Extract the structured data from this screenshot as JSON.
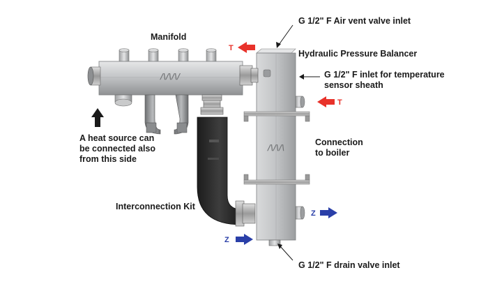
{
  "labels": {
    "manifold": "Manifold",
    "air_vent": "G 1/2\" F Air vent valve inlet",
    "balancer": "Hydraulic Pressure Balancer",
    "sensor_line1": "G 1/2\" F inlet for temperature",
    "sensor_line2": "sensor sheath",
    "heat_line1": "A heat source can",
    "heat_line2": "be connected also",
    "heat_line3": "from this side",
    "connection_line1": "Connection",
    "connection_line2": "to boiler",
    "interconnection": "Interconnection Kit",
    "drain": "G 1/2\" F drain valve inlet"
  },
  "markers": {
    "t_top": "T",
    "t_right": "T",
    "z_right": "Z",
    "z_bottom": "Z"
  },
  "colors": {
    "red_arrow": "#e8322a",
    "blue_arrow": "#2a3fa8",
    "steel": "#b7b9bb",
    "insulation": "#2b2b2b",
    "label_text": "#1a1a1a"
  }
}
